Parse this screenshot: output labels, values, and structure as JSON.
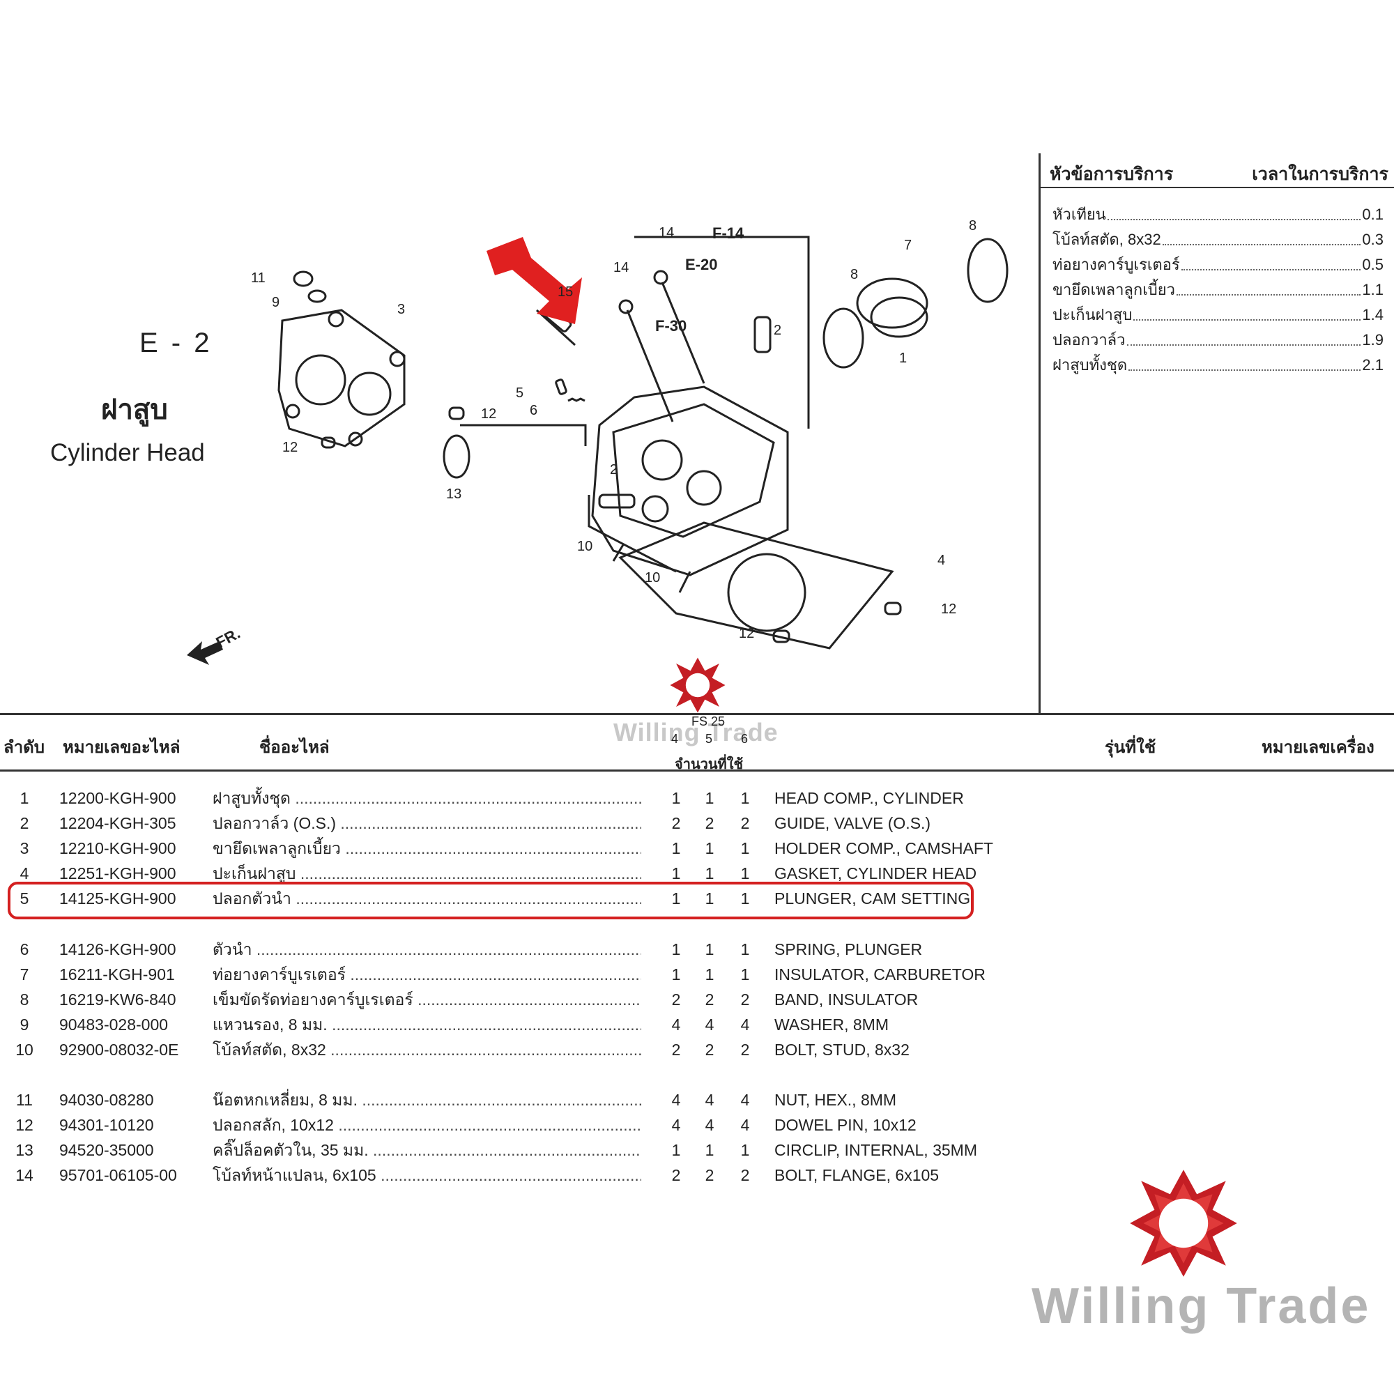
{
  "section": {
    "code": "E - 2",
    "title_th": "ฝาสูบ",
    "title_en": "Cylinder Head"
  },
  "service": {
    "header_topic": "หัวข้อการบริการ",
    "header_time": "เวลาในการบริการ",
    "items": [
      {
        "name": "หัวเทียน",
        "time": "0.1"
      },
      {
        "name": "โบ้ลท์สตัด, 8x32",
        "time": "0.3"
      },
      {
        "name": "ท่อยางคาร์บูเรเตอร์",
        "time": "0.5"
      },
      {
        "name": "ขายึดเพลาลูกเบี้ยว",
        "time": "1.1"
      },
      {
        "name": "ปะเก็นฝาสูบ",
        "time": "1.4"
      },
      {
        "name": "ปลอกวาล์ว",
        "time": "1.9"
      },
      {
        "name": "ฝาสูบทั้งชุด",
        "time": "2.1"
      }
    ]
  },
  "diagram": {
    "callouts": [
      "1",
      "2",
      "2",
      "3",
      "4",
      "5",
      "6",
      "7",
      "8",
      "8",
      "9",
      "10",
      "10",
      "11",
      "12",
      "12",
      "12",
      "12",
      "13",
      "14",
      "14",
      "15"
    ],
    "refs": [
      "F-14",
      "E-20",
      "F-30"
    ],
    "front_label": "FR.",
    "arrow_color": "#e02020"
  },
  "table": {
    "headers": {
      "no": "ลำดับ",
      "part_no": "หมายเลขอะไหล่",
      "name": "ชื่ออะไหล่",
      "qty_top": "FS 25",
      "qty_cols": [
        "4",
        "5",
        "6"
      ],
      "qty_label": "จำนวนที่ใช้",
      "model": "รุ่นที่ใช้",
      "engine_no": "หมายเลขเครื่อง"
    },
    "rows": [
      {
        "no": "1",
        "part_no": "12200-KGH-900",
        "name_th": "ฝาสูบทั้งชุด",
        "q4": "1",
        "q5": "1",
        "q6": "1",
        "name_en": "HEAD COMP., CYLINDER"
      },
      {
        "no": "2",
        "part_no": "12204-KGH-305",
        "name_th": "ปลอกวาล์ว (O.S.)",
        "q4": "2",
        "q5": "2",
        "q6": "2",
        "name_en": "GUIDE, VALVE (O.S.)"
      },
      {
        "no": "3",
        "part_no": "12210-KGH-900",
        "name_th": "ขายึดเพลาลูกเบี้ยว",
        "q4": "1",
        "q5": "1",
        "q6": "1",
        "name_en": "HOLDER COMP., CAMSHAFT"
      },
      {
        "no": "4",
        "part_no": "12251-KGH-900",
        "name_th": "ปะเก็นฝาสูบ",
        "q4": "1",
        "q5": "1",
        "q6": "1",
        "name_en": "GASKET, CYLINDER HEAD"
      },
      {
        "no": "5",
        "part_no": "14125-KGH-900",
        "name_th": "ปลอกตัวนำ",
        "q4": "1",
        "q5": "1",
        "q6": "1",
        "name_en": "PLUNGER, CAM SETTING"
      },
      {
        "no": "6",
        "part_no": "14126-KGH-900",
        "name_th": "ตัวนำ",
        "q4": "1",
        "q5": "1",
        "q6": "1",
        "name_en": "SPRING, PLUNGER"
      },
      {
        "no": "7",
        "part_no": "16211-KGH-901",
        "name_th": "ท่อยางคาร์บูเรเตอร์",
        "q4": "1",
        "q5": "1",
        "q6": "1",
        "name_en": "INSULATOR, CARBURETOR"
      },
      {
        "no": "8",
        "part_no": "16219-KW6-840",
        "name_th": "เข็มขัดรัดท่อยางคาร์บูเรเตอร์",
        "q4": "2",
        "q5": "2",
        "q6": "2",
        "name_en": "BAND, INSULATOR"
      },
      {
        "no": "9",
        "part_no": "90483-028-000",
        "name_th": "แหวนรอง, 8 มม.",
        "q4": "4",
        "q5": "4",
        "q6": "4",
        "name_en": "WASHER, 8MM"
      },
      {
        "no": "10",
        "part_no": "92900-08032-0E",
        "name_th": "โบ้ลท์สตัด, 8x32",
        "q4": "2",
        "q5": "2",
        "q6": "2",
        "name_en": "BOLT, STUD, 8x32"
      },
      {
        "no": "11",
        "part_no": "94030-08280",
        "name_th": "น๊อตหกเหลี่ยม, 8 มม.",
        "q4": "4",
        "q5": "4",
        "q6": "4",
        "name_en": "NUT, HEX., 8MM"
      },
      {
        "no": "12",
        "part_no": "94301-10120",
        "name_th": "ปลอกสลัก, 10x12",
        "q4": "4",
        "q5": "4",
        "q6": "4",
        "name_en": "DOWEL PIN, 10x12"
      },
      {
        "no": "13",
        "part_no": "94520-35000",
        "name_th": "คลิ๊ปล็อคตัวใน, 35 มม.",
        "q4": "1",
        "q5": "1",
        "q6": "1",
        "name_en": "CIRCLIP, INTERNAL, 35MM"
      },
      {
        "no": "14",
        "part_no": "95701-06105-00",
        "name_th": "โบ้ลท์หน้าแปลน, 6x105",
        "q4": "2",
        "q5": "2",
        "q6": "2",
        "name_en": "BOLT, FLANGE, 6x105"
      }
    ],
    "highlight_color": "#d42020"
  },
  "brand": {
    "name": "Willing Trade",
    "color": "#c41e24"
  }
}
